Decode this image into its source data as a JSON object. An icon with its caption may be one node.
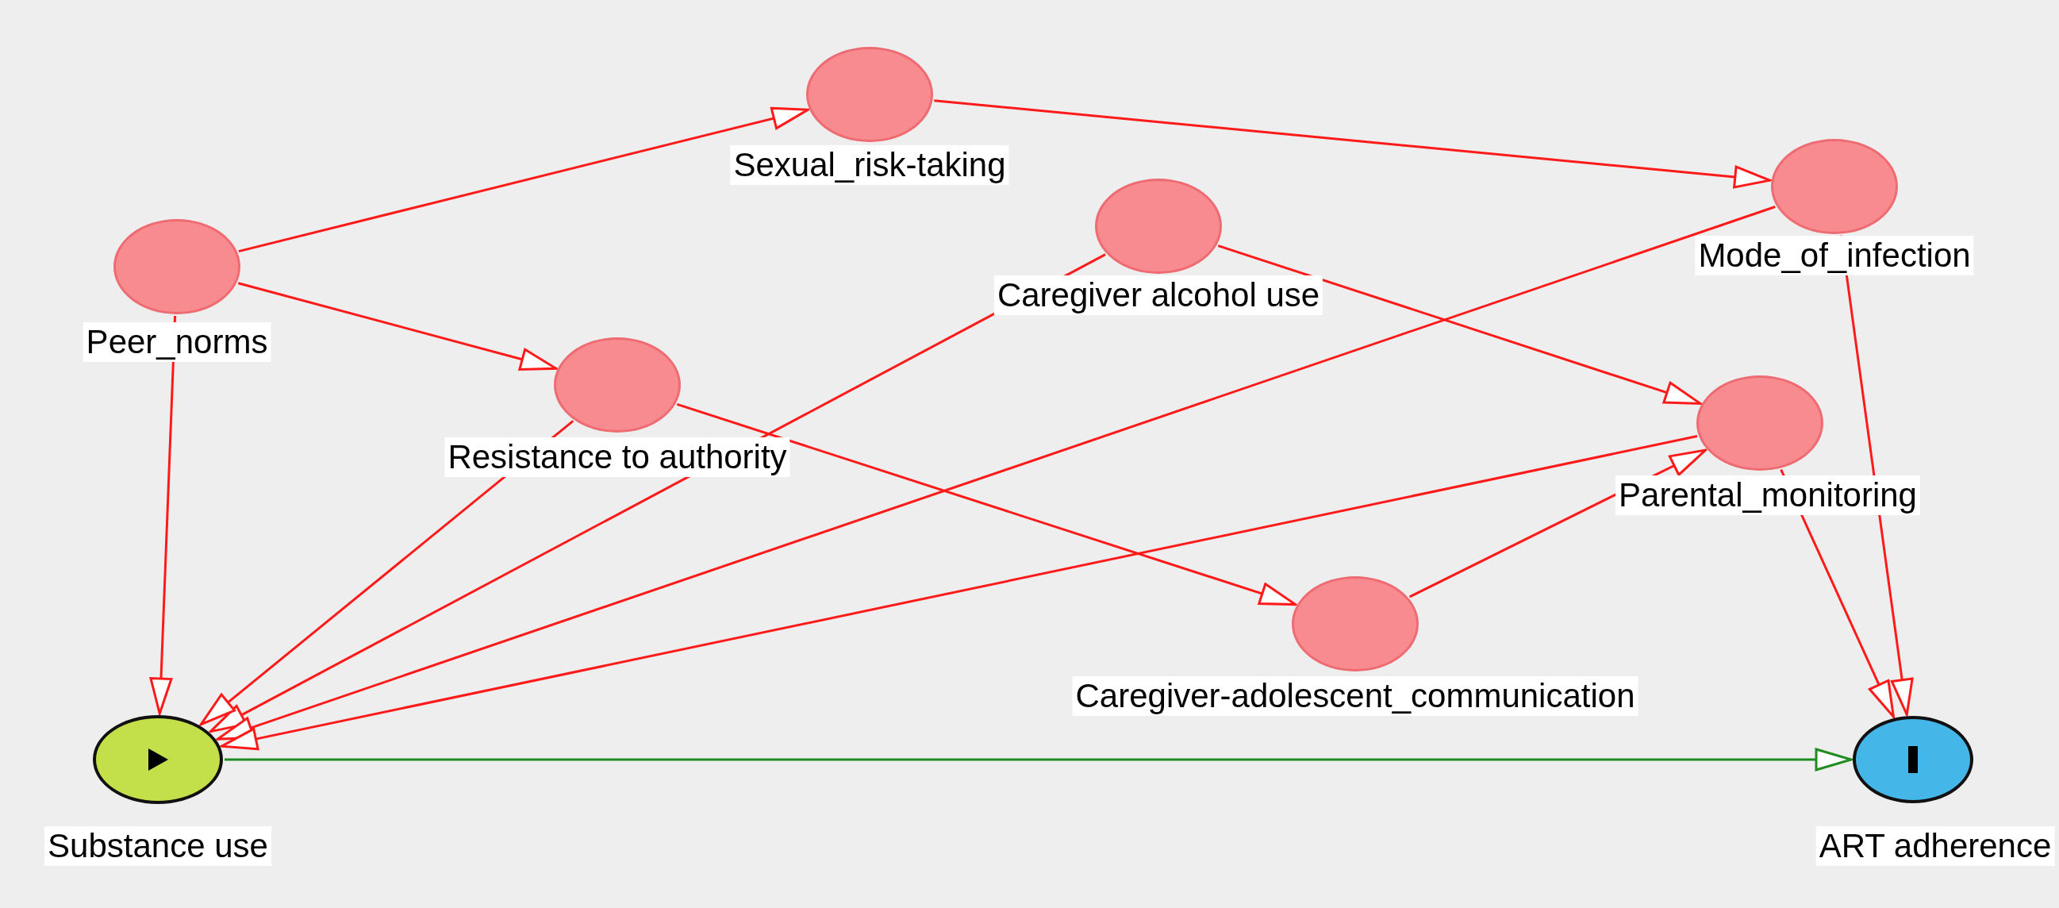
{
  "diagram": {
    "nodes": [
      {
        "text": [],
        "shape": "ellipse",
        "beside": [
          "Sexual_risk-taking"
        ]
      },
      {
        "text": [],
        "shape": "ellipse",
        "beside": [
          "Peer_norms"
        ]
      },
      {
        "text": [],
        "shape": "ellipse",
        "beside": [
          "Caregiver alcohol use"
        ]
      },
      {
        "text": [],
        "shape": "ellipse",
        "beside": [
          "Mode_of_infection"
        ]
      },
      {
        "text": [],
        "shape": "ellipse",
        "beside": [
          "Resistance to authority"
        ]
      },
      {
        "text": [],
        "shape": "ellipse",
        "beside": [
          "Parental_monitoring"
        ]
      },
      {
        "text": [],
        "shape": "ellipse",
        "beside": [
          "Caregiver-adolescent_communication"
        ]
      },
      {
        "text": [],
        "shape": "ellipse",
        "beside": [
          "Substance use"
        ]
      },
      {
        "text": [],
        "shape": "ellipse",
        "beside": [
          "ART adherence"
        ]
      }
    ],
    "edges": [
      {
        "from": 1,
        "to": 0,
        "arrow": "to"
      },
      {
        "from": 1,
        "to": 4,
        "arrow": "to"
      },
      {
        "from": 1,
        "to": 7,
        "arrow": "to"
      },
      {
        "from": 0,
        "to": 3,
        "arrow": "to"
      },
      {
        "from": 2,
        "to": 5,
        "arrow": "to"
      },
      {
        "from": 2,
        "to": 7,
        "arrow": "to"
      },
      {
        "from": 3,
        "to": 7,
        "arrow": "to"
      },
      {
        "from": 3,
        "to": 8,
        "arrow": "to"
      },
      {
        "from": 4,
        "to": 7,
        "arrow": "to"
      },
      {
        "from": 4,
        "to": 6,
        "arrow": "to"
      },
      {
        "from": 5,
        "to": 7,
        "arrow": "to"
      },
      {
        "from": 5,
        "to": 8,
        "arrow": "to"
      },
      {
        "from": 6,
        "to": 5,
        "arrow": "to"
      },
      {
        "from": 7,
        "to": 8,
        "arrow": "to",
        "color": "#1e8c1e"
      }
    ]
  }
}
